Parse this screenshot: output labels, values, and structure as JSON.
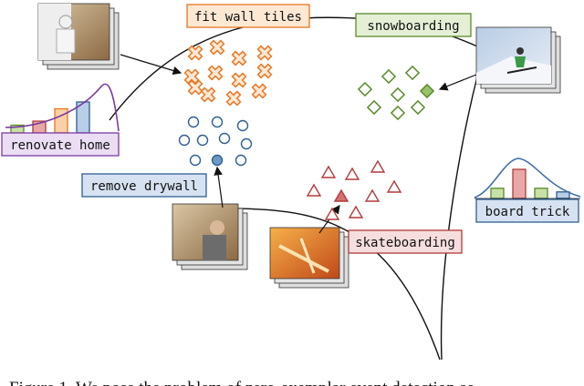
{
  "labels": {
    "fit_wall_tiles": "fit wall tiles",
    "snowboarding": "snowboarding",
    "renovate_home": "renovate home",
    "remove_drywall": "remove drywall",
    "skateboarding": "skateboarding",
    "board_trick": "board trick"
  },
  "caption": "Figure 1. We pose the problem of zero-exemplar event detection as",
  "colors": {
    "orange": "#e87722",
    "green": "#5a8a2a",
    "green_fill": "#98c26a",
    "blue": "#2f5f8f",
    "blue_fill": "#6f98c8",
    "red": "#b23a3a",
    "red_fill": "#d47070",
    "purple": "#7a3aa0"
  },
  "histograms": {
    "renovate_home": [
      0.25,
      0.38,
      0.78,
      1.0
    ],
    "board_trick": [
      0.28,
      0.8,
      0.28,
      0.18
    ]
  }
}
